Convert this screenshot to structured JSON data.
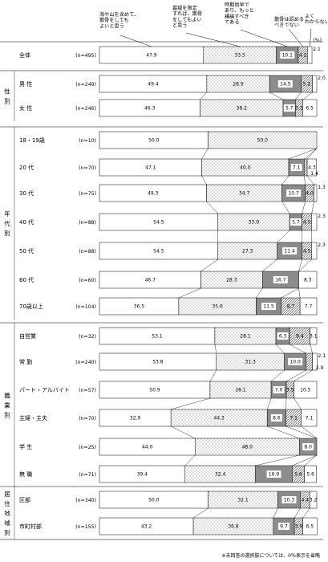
{
  "chart_data": {
    "type": "bar",
    "stacked": true,
    "orientation": "horizontal",
    "unit": "(%)",
    "footnote": "※未回答の選択肢については、0％表示を省略",
    "series": [
      {
        "name": "海や山を含めて、散骨をしてもよいと思う",
        "pattern": "white"
      },
      {
        "name": "墓域を限定すれば、散骨をしてもよいと思う",
        "pattern": "dots"
      },
      {
        "name": "時期尚早であり、もっと議論すべきである",
        "pattern": "white"
      },
      {
        "name": "散骨は認めるべきでない",
        "pattern": "gray"
      },
      {
        "name": "よくわからない",
        "pattern": "hatch"
      }
    ],
    "groups": [
      {
        "label": "",
        "rows": [
          0
        ]
      },
      {
        "label": "性別",
        "rows": [
          1,
          2
        ]
      },
      {
        "label": "年代別",
        "rows": [
          3,
          4,
          5,
          6,
          7,
          8,
          9
        ]
      },
      {
        "label": "職業別",
        "rows": [
          10,
          11,
          12,
          13,
          14,
          15
        ]
      },
      {
        "label": "居住地域別",
        "rows": [
          16,
          17
        ]
      }
    ],
    "rows": [
      {
        "label": "全体",
        "n": "(n=495)",
        "values": [
          47.9,
          33.5,
          2.1,
          10.1,
          4.2
        ]
      },
      {
        "label": "男 性",
        "n": "(n=249)",
        "values": [
          49.4,
          28.9,
          2.0,
          14.5,
          5.2
        ]
      },
      {
        "label": "女 性",
        "n": "(n=246)",
        "values": [
          46.3,
          38.2,
          6.5,
          5.7,
          3.3
        ]
      },
      {
        "label": "18・19歳",
        "n": "(n=10)",
        "values": [
          50.0,
          50.0,
          0,
          0,
          0
        ]
      },
      {
        "label": "20 代",
        "n": "(n=70)",
        "values": [
          47.1,
          40.0,
          4.3,
          7.1,
          1.4
        ]
      },
      {
        "label": "30 代",
        "n": "(n=75)",
        "values": [
          49.3,
          34.7,
          1.3,
          10.7,
          4.0
        ]
      },
      {
        "label": "40 代",
        "n": "(n=88)",
        "values": [
          54.5,
          33.0,
          2.3,
          5.7,
          4.5
        ]
      },
      {
        "label": "50 代",
        "n": "(n=88)",
        "values": [
          54.5,
          27.3,
          2.3,
          11.4,
          4.5
        ]
      },
      {
        "label": "60 代",
        "n": "(n=60)",
        "values": [
          46.7,
          28.3,
          8.3,
          16.7,
          0
        ]
      },
      {
        "label": "70歳以上",
        "n": "(n=104)",
        "values": [
          36.5,
          35.6,
          7.7,
          11.5,
          8.7
        ]
      },
      {
        "label": "自営業",
        "n": "(n=32)",
        "values": [
          53.1,
          28.1,
          3.1,
          6.3,
          9.4
        ]
      },
      {
        "label": "常 勤",
        "n": "(n=240)",
        "values": [
          53.8,
          31.3,
          2.1,
          10.0,
          2.9
        ]
      },
      {
        "label": "パート・アルバイト",
        "n": "(n=57)",
        "values": [
          50.9,
          28.1,
          10.5,
          7.0,
          3.5
        ]
      },
      {
        "label": "主婦・主夫",
        "n": "(n=70)",
        "values": [
          32.9,
          44.3,
          7.1,
          8.6,
          7.1
        ]
      },
      {
        "label": "学 生",
        "n": "(n=25)",
        "values": [
          44.0,
          48.0,
          0,
          8.0,
          0
        ]
      },
      {
        "label": "無 職",
        "n": "(n=71)",
        "values": [
          39.4,
          32.4,
          5.6,
          16.9,
          5.6
        ]
      },
      {
        "label": "区部",
        "n": "(n=340)",
        "values": [
          50.0,
          32.1,
          3.2,
          10.3,
          4.4
        ]
      },
      {
        "label": "市町村部",
        "n": "(n=155)",
        "values": [
          43.2,
          36.8,
          6.5,
          9.7,
          3.9
        ]
      }
    ],
    "display_order": [
      0,
      1,
      3,
      4,
      2
    ],
    "value_labels": [
      [
        "47.9",
        "33.5",
        "2.1",
        "10.1",
        "4.2"
      ],
      [
        "49.4",
        "28.9",
        "2.0",
        "14.5",
        "5.2"
      ],
      [
        "46.3",
        "38.2",
        "6.5",
        "5.7",
        "3.3"
      ],
      [
        "50.0",
        "50.0",
        "",
        "",
        ""
      ],
      [
        "47.1",
        "40.0",
        "4.3",
        "7.1",
        "1.4"
      ],
      [
        "49.3",
        "34.7",
        "1.3",
        "10.7",
        "4.0"
      ],
      [
        "54.5",
        "33.0",
        "2.3",
        "5.7",
        "4.5"
      ],
      [
        "54.5",
        "27.3",
        "2.3",
        "11.4",
        "4.5"
      ],
      [
        "46.7",
        "28.3",
        "8.3",
        "16.7",
        ""
      ],
      [
        "36.5",
        "35.6",
        "7.7",
        "11.5",
        "8.7"
      ],
      [
        "53.1",
        "28.1",
        "3.1",
        "6.3",
        "9.4"
      ],
      [
        "53.8",
        "31.3",
        "2.1",
        "10.0",
        "2.9"
      ],
      [
        "50.9",
        "28.1",
        "10.5",
        "7.0",
        "3.5"
      ],
      [
        "32.9",
        "44.3",
        "7.1",
        "8.6",
        "7.1"
      ],
      [
        "44.0",
        "48.0",
        "",
        "8.0",
        ""
      ],
      [
        "39.4",
        "32.4",
        "5.6",
        "16.9",
        "5.6"
      ],
      [
        "50.0",
        "32.1",
        "3.2",
        "10.3",
        "4.4"
      ],
      [
        "43.2",
        "36.8",
        "6.5",
        "9.7",
        "3.9"
      ]
    ],
    "xlim": [
      0,
      100
    ]
  }
}
